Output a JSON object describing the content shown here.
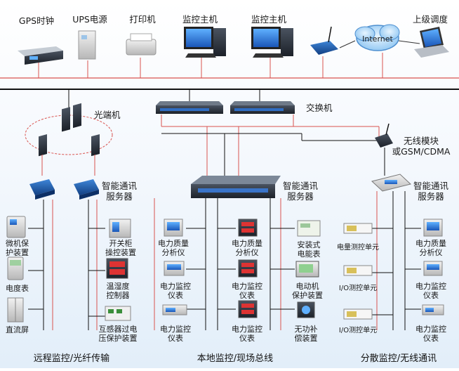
{
  "top_devices": {
    "gps": "GPS时钟",
    "ups": "UPS电源",
    "printer": "打印机",
    "host1": "监控主机",
    "host2": "监控主机",
    "upper": "上级调度",
    "cloud": "Internet"
  },
  "network": {
    "switch": "交换机",
    "optical": "光端机",
    "wireless": "无线模块",
    "wireless2": "或GSM/CDMA",
    "server_left": "智能通讯",
    "server_left2": "服务器",
    "server_mid": "智能通讯",
    "server_mid2": "服务器",
    "server_right": "智能通讯",
    "server_right2": "服务器"
  },
  "col1": [
    "微机保",
    "护装置",
    "电度表",
    "直流屏"
  ],
  "col2": [
    "开关柜",
    "操控装置",
    "温湿度",
    "控制器",
    "互感器过电",
    "压保护装置"
  ],
  "col3": [
    "电力质量",
    "分析仪",
    "电力监控",
    "仪表",
    "电力监控",
    "仪表"
  ],
  "col4": [
    "电力质量",
    "分析仪",
    "电力监控",
    "仪表",
    "电力监控",
    "仪表"
  ],
  "col5": [
    "安装式",
    "电能表",
    "电动机",
    "保护装置",
    "无功补",
    "偿装置"
  ],
  "col6": [
    "电量测控单元",
    "I/O测控单元",
    "I/O测控单元"
  ],
  "col7": [
    "电力质量",
    "分析仪",
    "电力监控",
    "仪表",
    "电力监控",
    "仪表"
  ],
  "footer": {
    "left": "远程监控/光纤传输",
    "mid": "本地监控/现场总线",
    "right": "分散监控/无线通讯"
  },
  "colors": {
    "red_line": "#d9534f",
    "black_line": "#111111",
    "panel_blue": "#1e5aa8",
    "device_dark": "#2b2f36"
  }
}
